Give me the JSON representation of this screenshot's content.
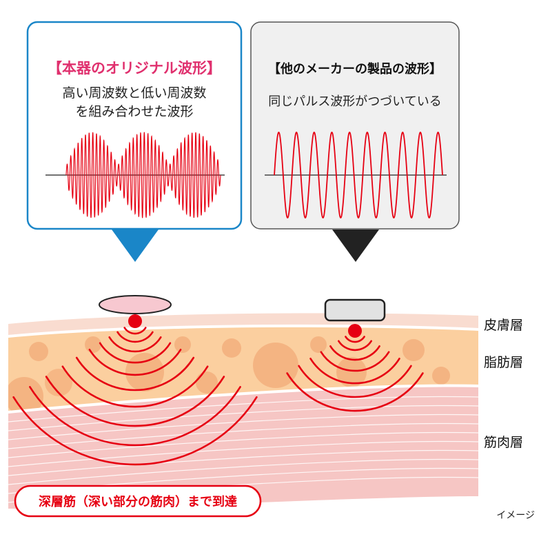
{
  "colors": {
    "accent_pink": "#e0306e",
    "box_blue": "#1a86c8",
    "box_gray_border": "#555555",
    "box_gray_fill": "#f0f0f0",
    "wave_red": "#e60012",
    "skin": "#f9dcd0",
    "fat": "#fbcf9f",
    "fat_blob": "#f3ad7a",
    "muscle": "#f6c6c4",
    "muscle_line": "#ffffff",
    "label_red": "#e60012"
  },
  "left_panel": {
    "title": "【本器のオリジナル波形】",
    "desc_line1": "高い周波数と低い周波数",
    "desc_line2": "を組み合わせた波形",
    "device": "pink-oval-device"
  },
  "right_panel": {
    "title": "【他のメーカーの製品の波形】",
    "desc": "同じパルス波形がつづいている",
    "device": "gray-rect-device"
  },
  "layers": {
    "skin": "皮膚層",
    "fat": "脂肪層",
    "muscle": "筋肉層"
  },
  "callout": "深層筋（深い部分の筋肉）まで到達",
  "note": "イメージ"
}
